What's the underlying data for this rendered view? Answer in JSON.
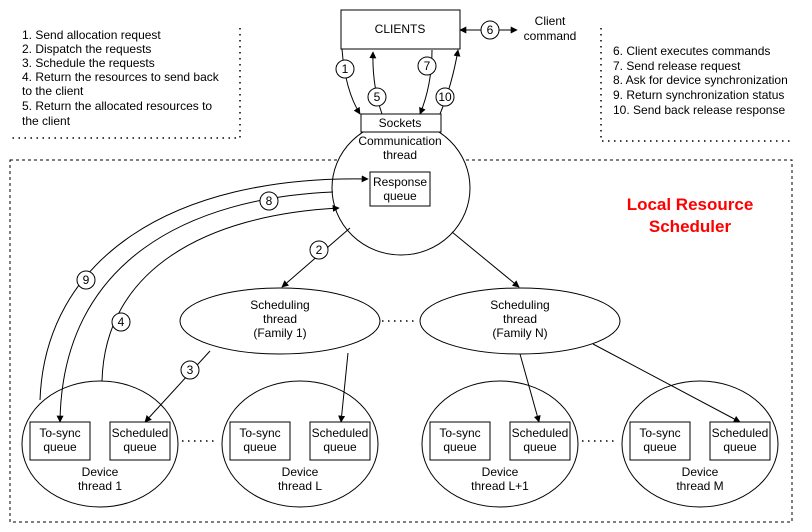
{
  "clients_label": "CLIENTS",
  "client_command_label": [
    "Client",
    "command"
  ],
  "sockets_label": "Sockets",
  "comm_thread_label": [
    "Communication",
    "thread"
  ],
  "response_queue_label": [
    "Response",
    "queue"
  ],
  "local_scheduler_title": [
    "Local Resource",
    "Scheduler"
  ],
  "left_notes": [
    "1. Send allocation request",
    "2. Dispatch the requests",
    "3. Schedule the requests",
    "4. Return the resources to send back",
    "to the client",
    "5. Return the allocated resources to",
    "the client"
  ],
  "right_notes": [
    "6. Client executes commands",
    "7. Send release request",
    "8. Ask for device synchronization",
    "9. Return synchronization status",
    "10. Send back release response"
  ],
  "scheduling_threads": [
    [
      "Scheduling",
      "thread",
      "(Family 1)"
    ],
    [
      "Scheduling",
      "thread",
      "(Family N)"
    ]
  ],
  "device_threads": [
    {
      "name": [
        "Device",
        "thread 1"
      ],
      "tosync": [
        "To-sync",
        "queue"
      ],
      "scheduled": [
        "Scheduled",
        "queue"
      ]
    },
    {
      "name": [
        "Device",
        "thread L"
      ],
      "tosync": [
        "To-sync",
        "queue"
      ],
      "scheduled": [
        "Scheduled",
        "queue"
      ]
    },
    {
      "name": [
        "Device",
        "thread L+1"
      ],
      "tosync": [
        "To-sync",
        "queue"
      ],
      "scheduled": [
        "Scheduled",
        "queue"
      ]
    },
    {
      "name": [
        "Device",
        "thread M"
      ],
      "tosync": [
        "To-sync",
        "queue"
      ],
      "scheduled": [
        "Scheduled",
        "queue"
      ]
    }
  ],
  "step_markers": [
    "1",
    "5",
    "7",
    "10",
    "6",
    "2",
    "8",
    "4",
    "9",
    "3"
  ],
  "colors": {
    "title": "#ff0000",
    "stroke": "#000000",
    "fill": "#ffffff"
  }
}
